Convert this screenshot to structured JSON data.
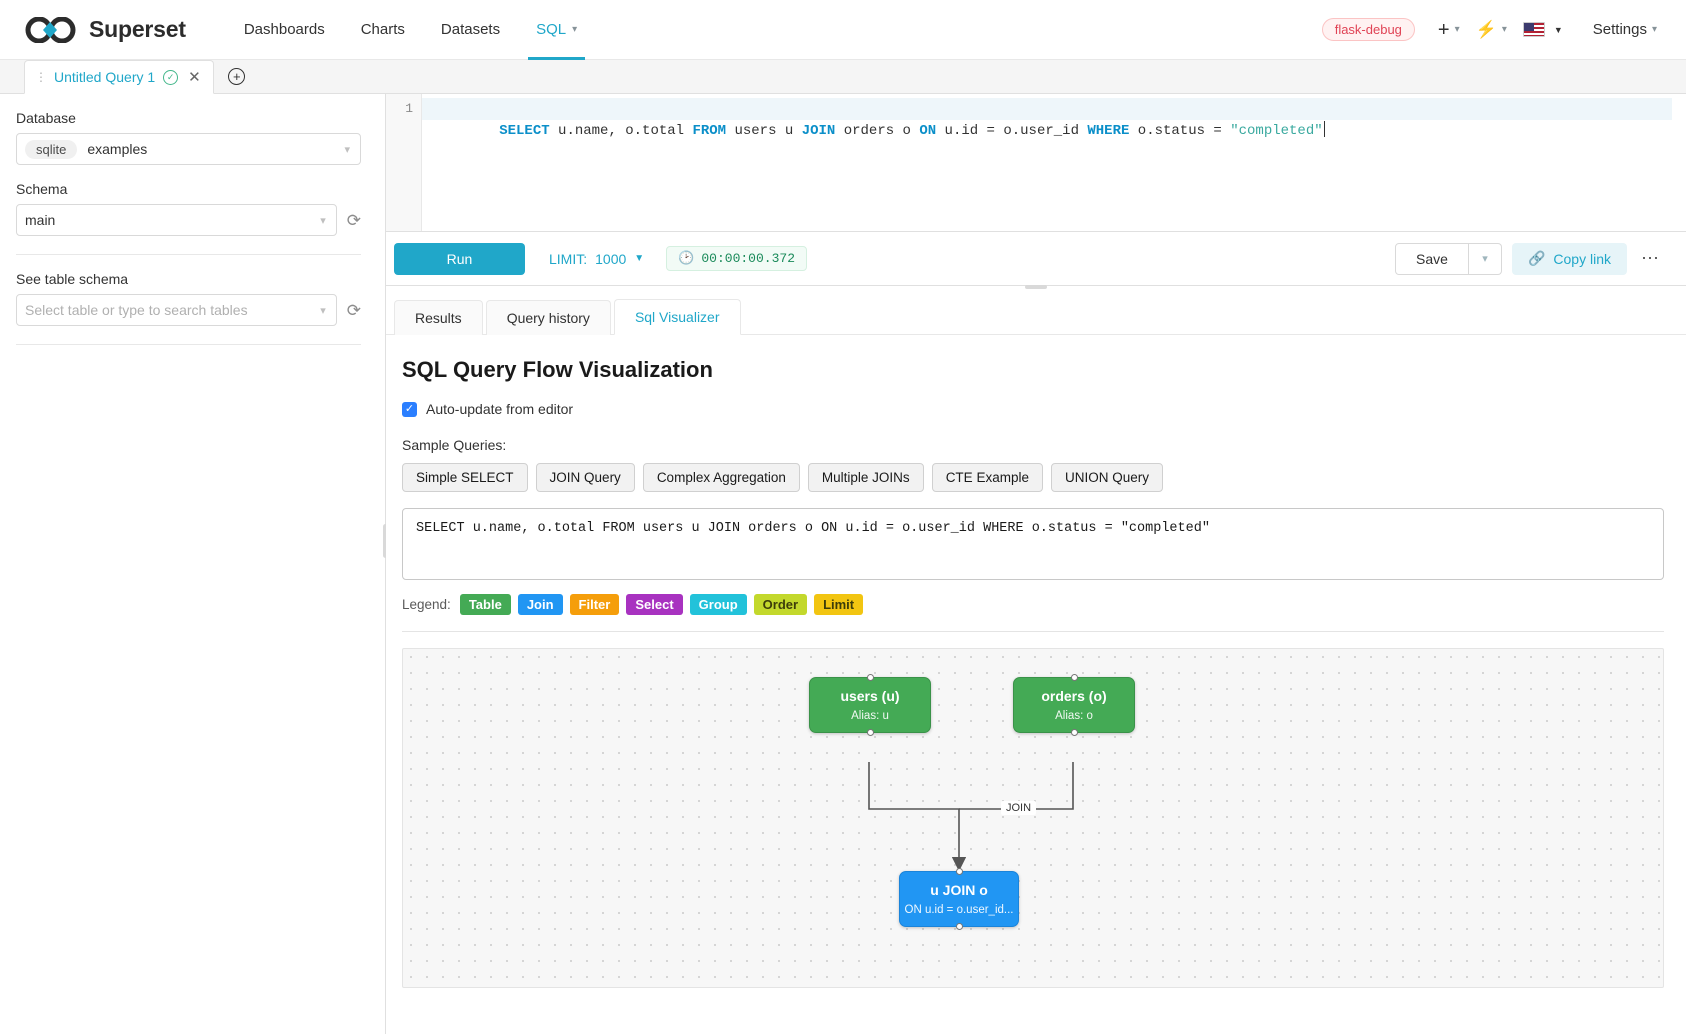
{
  "topnav": {
    "brand": "Superset",
    "items": [
      {
        "label": "Dashboards",
        "active": false
      },
      {
        "label": "Charts",
        "active": false
      },
      {
        "label": "Datasets",
        "active": false
      },
      {
        "label": "SQL",
        "active": true
      }
    ],
    "debug_badge": "flask-debug",
    "settings_label": "Settings"
  },
  "querytabs": {
    "tab_label": "Untitled Query 1"
  },
  "left": {
    "database_label": "Database",
    "database_engine": "sqlite",
    "database_value": "examples",
    "schema_label": "Schema",
    "schema_value": "main",
    "table_label": "See table schema",
    "table_placeholder": "Select table or type to search tables"
  },
  "editor": {
    "line_number": "1",
    "tokens": [
      {
        "text": "SELECT",
        "type": "kw"
      },
      {
        "text": " u.name, o.total ",
        "type": "plain"
      },
      {
        "text": "FROM",
        "type": "kw"
      },
      {
        "text": " users u ",
        "type": "plain"
      },
      {
        "text": "JOIN",
        "type": "kw"
      },
      {
        "text": " orders o ",
        "type": "plain"
      },
      {
        "text": "ON",
        "type": "kw"
      },
      {
        "text": " u.id = o.user_id ",
        "type": "plain"
      },
      {
        "text": "WHERE",
        "type": "kw"
      },
      {
        "text": " o.status = ",
        "type": "plain"
      },
      {
        "text": "\"completed\"",
        "type": "str"
      }
    ]
  },
  "toolbar": {
    "run_label": "Run",
    "limit_label": "LIMIT:",
    "limit_value": "1000",
    "timer": "00:00:00.372",
    "save_label": "Save",
    "copy_link_label": "Copy link"
  },
  "result_tabs": [
    {
      "label": "Results",
      "active": false
    },
    {
      "label": "Query history",
      "active": false
    },
    {
      "label": "Sql Visualizer",
      "active": true
    }
  ],
  "visualizer": {
    "title": "SQL Query Flow Visualization",
    "autoupdate_label": "Auto-update from editor",
    "autoupdate_checked": true,
    "samples_label": "Sample Queries:",
    "sample_buttons": [
      "Simple SELECT",
      "JOIN Query",
      "Complex Aggregation",
      "Multiple JOINs",
      "CTE Example",
      "UNION Query"
    ],
    "sql_text": "SELECT u.name, o.total FROM users u JOIN orders o ON u.id = o.user_id WHERE o.status = \"completed\"",
    "legend_label": "Legend:",
    "legend": [
      {
        "label": "Table",
        "color": "#44aa55"
      },
      {
        "label": "Join",
        "color": "#2196f3"
      },
      {
        "label": "Filter",
        "color": "#f59e0b"
      },
      {
        "label": "Select",
        "color": "#a832c0"
      },
      {
        "label": "Group",
        "color": "#22c2da"
      },
      {
        "label": "Order",
        "color": "#c3d82c"
      },
      {
        "label": "Limit",
        "color": "#f2c511"
      }
    ],
    "flow": {
      "nodes": [
        {
          "id": "users",
          "title": "users (u)",
          "subtitle": "Alias: u",
          "kind": "table"
        },
        {
          "id": "orders",
          "title": "orders (o)",
          "subtitle": "Alias: o",
          "kind": "table"
        },
        {
          "id": "join",
          "title": "u JOIN o",
          "subtitle": "ON u.id = o.user_id...",
          "kind": "join"
        }
      ],
      "edges": [
        {
          "from": "users",
          "to": "join",
          "label": ""
        },
        {
          "from": "orders",
          "to": "join",
          "label": "JOIN"
        }
      ]
    }
  }
}
